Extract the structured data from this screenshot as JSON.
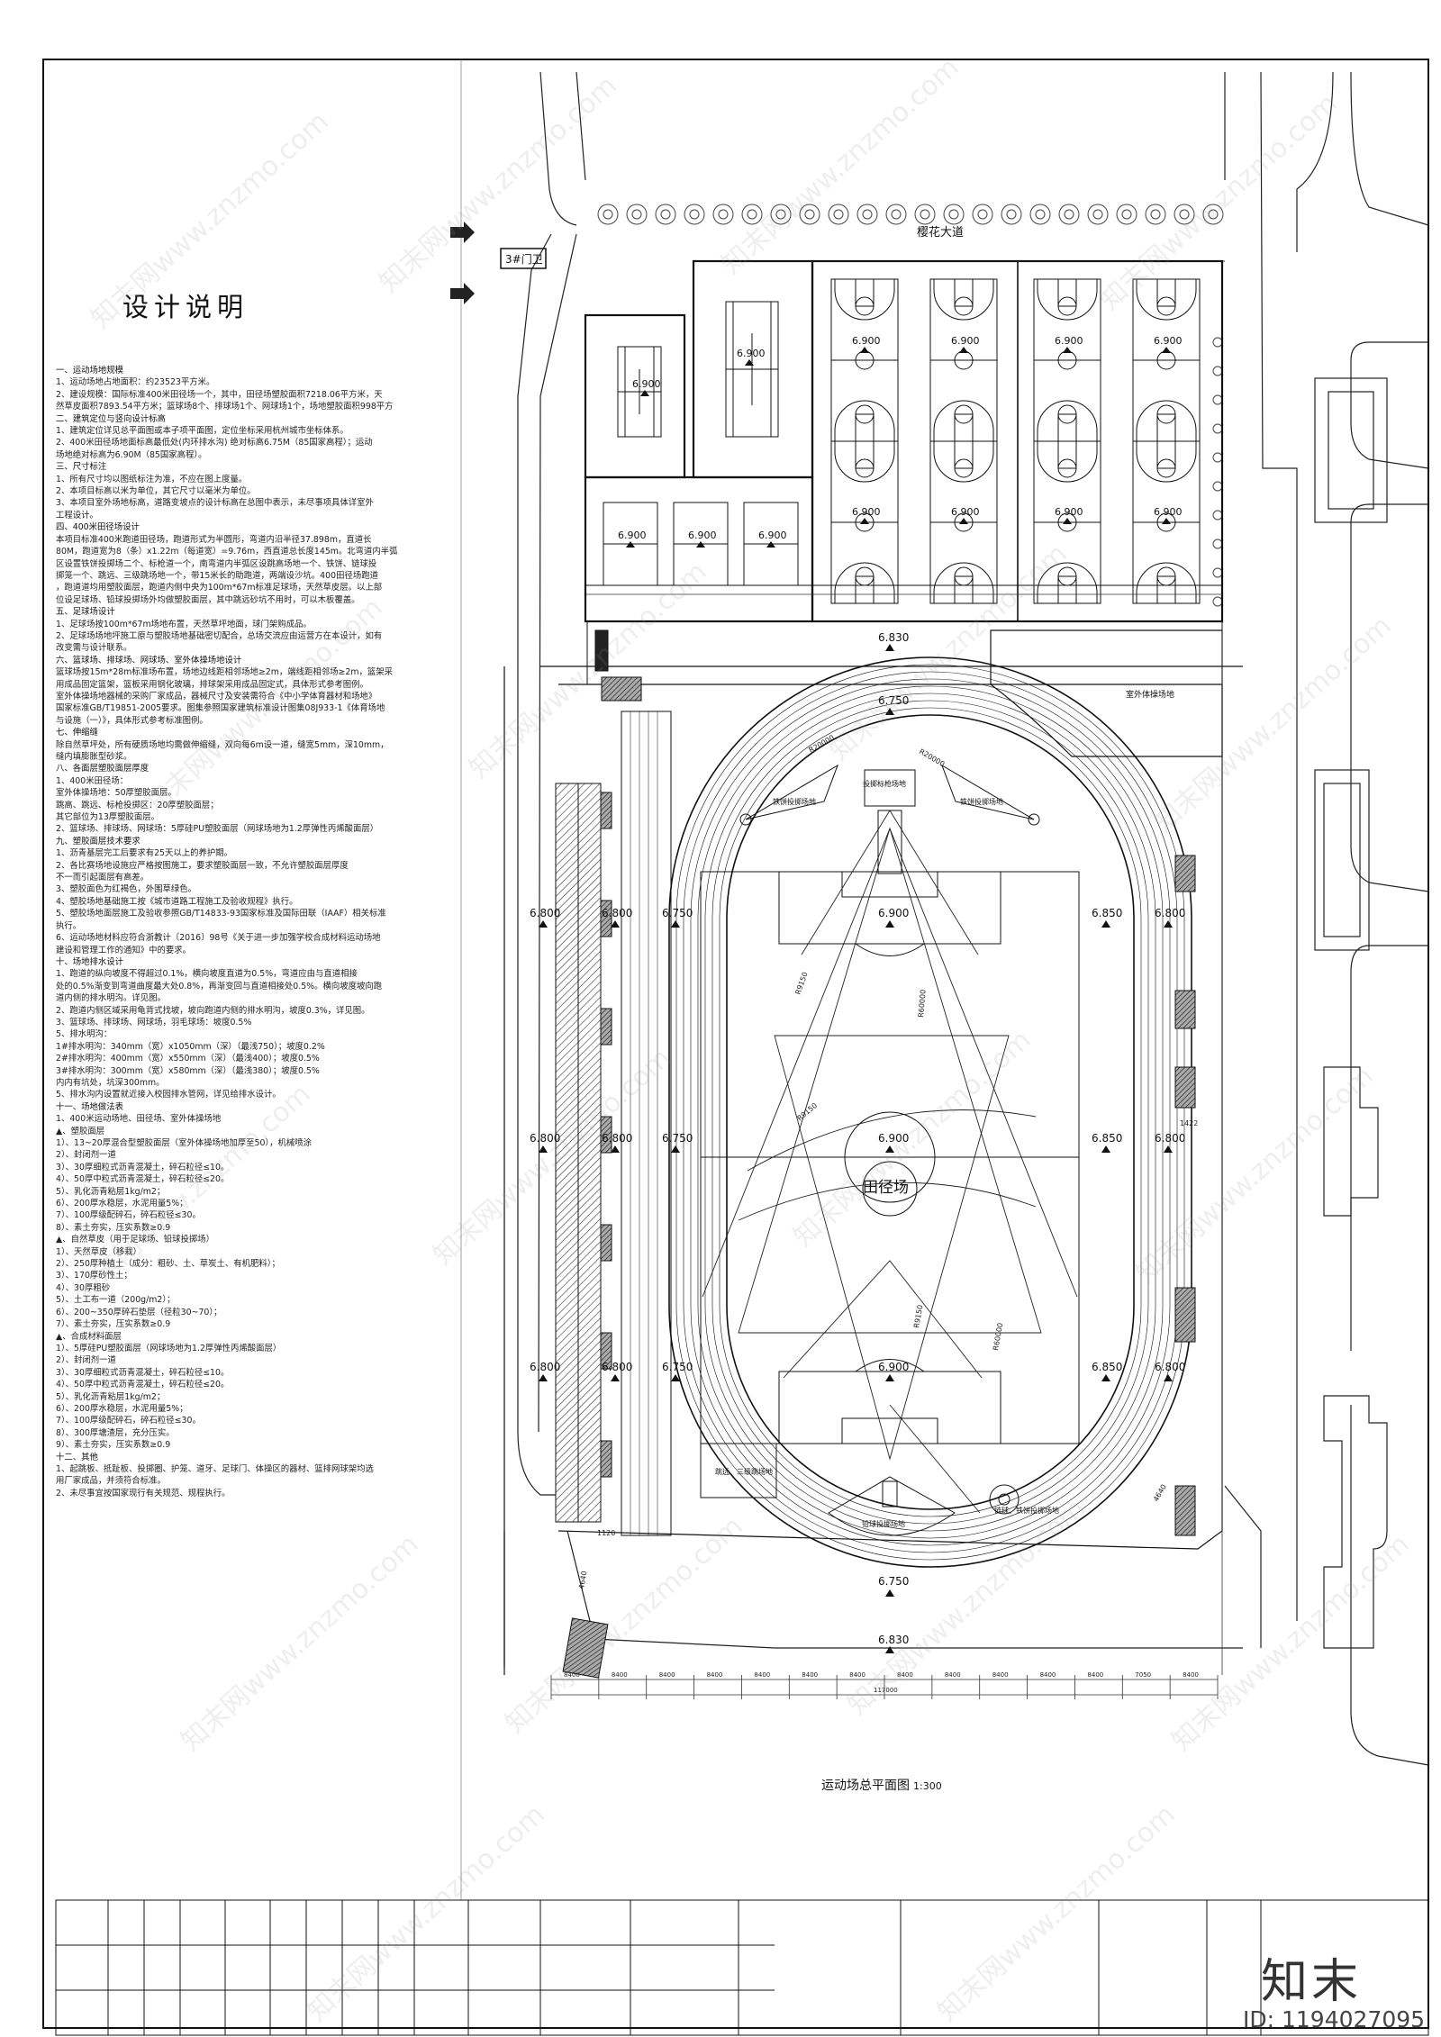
{
  "title": "设计说明",
  "plan_title": "运动场总平面图",
  "plan_scale": "1:300",
  "notes": [
    "一、运动场地规模",
    "1、运动场地占地面积：约23523平方米。",
    "2、建设规模：国际标准400米田径场一个，其中，田径场塑胶面积7218.06平方米，天",
    "然草皮面积7893.54平方米；篮球场8个、排球场1个、网球场1个，场地塑胶面积998平方",
    "二、建筑定位与竖向设计标高",
    "1、建筑定位详见总平面图或本子项平面图，定位坐标采用杭州城市坐标体系。",
    "2、400米田径场地面标高最低处(内环排水沟) 绝对标高6.75M（85国家高程）；运动",
    "场地绝对标高为6.90M（85国家高程）。",
    "三、尺寸标注",
    "1、所有尺寸均以图纸标注为准，不应在图上度量。",
    "2、本项目标高以米为单位，其它尺寸以毫米为单位。",
    "3、本项目室外场地标高，道路变坡点的设计标高在总图中表示，未尽事项具体详室外",
    "工程设计。",
    "四、400米田径场设计",
    "本项目标准400米跑道田径场，跑道形式为半圆形，弯道内沿半径37.898m，直道长",
    "80M，跑道宽为8（条）x1.22m（每道宽）=9.76m，西直道总长度145m。北弯道内半弧",
    "区设置铁饼投掷场二个、标枪道一个，南弯道内半弧区设跳高场地一个、铁饼、链球投",
    "掷笼一个、跳远、三级跳场地一个，带15米长的助跑道，两端设沙坑。400田径场跑道",
    "，跑道道均用塑胶面层，跑道内侧中央为100m*67m标准足球场，天然草皮层。以上部",
    "位设足球场、铅球投掷场外均做塑胶面层，其中跳远砂坑不用时，可以木板覆盖。",
    "五、足球场设计",
    "1、足球场按100m*67m场地布置，天然草坪地面，球门架购成品。",
    "2、足球场场地坪施工原与塑胶场地基础密切配合，总场交流应由运营方在本设计，如有",
    "改变需与设计联系。",
    "六、篮球场、排球场、网球场、室外体操场地设计",
    "篮球场按15m*28m标准场布置，场地边线距相邻场地≥2m，端线距相邻场≥2m，篮架采",
    "用成品固定篮架，篮板采用钢化玻璃，排球架采用成品固定式，具体形式参考图例。",
    "室外体操场地器械的采购厂家成品，器械尺寸及安装需符合《中小学体育器材和场地》",
    "国家标准GB/T19851-2005要求。图集参照国家建筑标准设计图集08J933-1《体育场地",
    "与设施（一）》，具体形式参考标准图例。",
    "七、伸缩缝",
    "除自然草坪处，所有硬质场地均需做伸缩缝，双向每6m设一道，缝宽5mm，深10mm，",
    "缝内填膨胀型砂浆。",
    "八、各面层塑胶面层厚度",
    "1、400米田径场：",
    "室外体操场地：50厚塑胶面层。",
    "跳高、跳远、标枪投掷区：20厚塑胶面层；",
    "其它部位为13厚塑胶面层。",
    "2、篮球场、排球场、网球场：5厚硅PU塑胶面层（网球场地为1.2厚弹性丙烯酸面层）",
    "九、塑胶面层技术要求",
    "1、沥青基层完工后要求有25天以上的养护期。",
    "2、各比赛场地设施应严格按图施工，要求塑胶面层一致，不允许塑胶面层厚度",
    "不一而引起面层有高差。",
    "3、塑胶面色为红褐色，外围草绿色。",
    "4、塑胶场地基础施工按《城市道路工程施工及验收规程》执行。",
    "5、塑胶场地面层施工及验收参照GB/T14833-93国家标准及国际田联（IAAF）相关标准",
    "执行。",
    "6、运动场地材料应符合浙教计〔2016〕98号《关于进一步加强学校合成材料运动场地",
    "建设和管理工作的通知》中的要求。",
    "十、场地排水设计",
    "1、跑道的纵向坡度不得超过0.1%，横向坡度直道为0.5%，弯道应由与直道相接",
    "处的0.5%渐变到弯道曲度最大处0.8%，再渐变回与直道相接处0.5%。横向坡度坡向跑",
    "道内侧的排水明沟。详见图。",
    "2、跑道内侧区域采用龟背式找坡，坡向跑道内侧的排水明沟，坡度0.3%，详见图。",
    "3、篮球场、排球场、网球场，羽毛球场：坡度0.5%",
    "5、排水明沟：",
    "1#排水明沟：340mm（宽）x1050mm（深）（最浅750）；坡度0.2%",
    "2#排水明沟：400mm（宽）x550mm（深）（最浅400）；坡度0.5%",
    "3#排水明沟：300mm（宽）x580mm（深）（最浅380）；坡度0.5%",
    "内内有坑处，坑深300mm。",
    "5、排水沟内设置就近接入校园排水管网，详见给排水设计。",
    "十一、场地做法表",
    "1、400米运动场地、田径场、室外体操场地",
    "▲、塑胶面层",
    "1）、13~20厚混合型塑胶面层（室外体操场地加厚至50），机械喷涂",
    "2）、封闭剂一道",
    "3）、30厚细粒式沥青混凝土，碎石粒径≤10。",
    "4）、50厚中粒式沥青混凝土，碎石粒径≤20。",
    "5）、乳化沥青粘层1kg/m2；",
    "6）、200厚水稳层，水泥用量5%；",
    "7）、100厚级配碎石，碎石粒径≤30。",
    "8）、素土夯实，压实系数≥0.9",
    "▲、自然草皮（用于足球场、铅球投掷场）",
    "1）、天然草皮（移栽）",
    "2）、250厚种植土（成分：粗砂、土、草炭土、有机肥料）；",
    "3）、170厚砂性土；",
    "4）、30厚粗砂",
    "5）、土工布一道（200g/m2）；",
    "6）、200~350厚碎石垫层（径粒30~70）；",
    "7）、素土夯实，压实系数≥0.9",
    "▲、合成材料面层",
    "1）、5厚硅PU塑胶面层（网球场地为1.2厚弹性丙烯酸面层）",
    "2）、封闭剂一道",
    "3）、30厚细粒式沥青混凝土，碎石粒径≤10。",
    "4）、50厚中粒式沥青混凝土，碎石粒径≤20。",
    "5）、乳化沥青粘层1kg/m2；",
    "6）、200厚水稳层，水泥用量5%；",
    "7）、100厚级配碎石，碎石粒径≤30。",
    "8）、300厚塘渣层，充分压实。",
    "9）、素土夯实，压实系数≥0.9",
    "十二、其他",
    "1、起跳板、抵趾板、投掷圈、护笼、道牙、足球门、体操区的器材、篮排网球架均选",
    "用厂家成品，并须符合标准。",
    "2、未尽事宜按国家现行有关规范、规程执行。"
  ],
  "labels": {
    "gate": "3#门卫",
    "avenue": "樱花大道",
    "field": "田径场",
    "gym_area": "室外体操场地",
    "throw_area": "投掷标枪场地",
    "discus": "铁饼投掷场地",
    "discus2": "铁饼投掷场地",
    "long_jump": "跳远、三级跳场地",
    "shot_put": "铅球投掷场地",
    "hammer": "链球、铁饼投掷场地"
  },
  "elevations": {
    "court": "6.900",
    "track_outer": "6.830",
    "track_inner": "6.750",
    "track_side": "6.800",
    "field": "6.900",
    "track_lane": "6.850"
  },
  "dimensions": {
    "r_outer": "R20000",
    "r_inner": "R9150",
    "long_dim": "R60000",
    "track_width": "1422",
    "bottom_total": "117000",
    "span": "8400",
    "span2": "7050",
    "d1": "1120",
    "d2": "4640"
  },
  "brand": "知末",
  "image_id": "ID: 1194027095",
  "watermark": "知末网www.znzmo.com"
}
